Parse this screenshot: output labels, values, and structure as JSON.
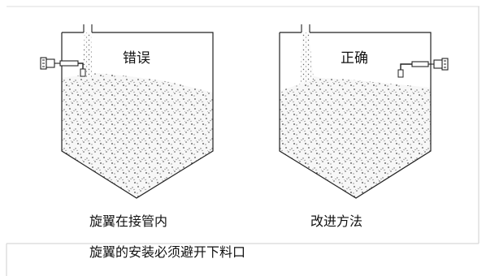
{
  "left_panel": {
    "tank_label": "错误",
    "caption_line1": "旋翼在接管内",
    "caption_line2": "旋翼的安装必须避开下料口"
  },
  "right_panel": {
    "tank_label": "正确",
    "caption": "改进方法"
  },
  "colors": {
    "line": "#222222",
    "fill_dots": "#555555",
    "frame": "#cfcfcf"
  }
}
